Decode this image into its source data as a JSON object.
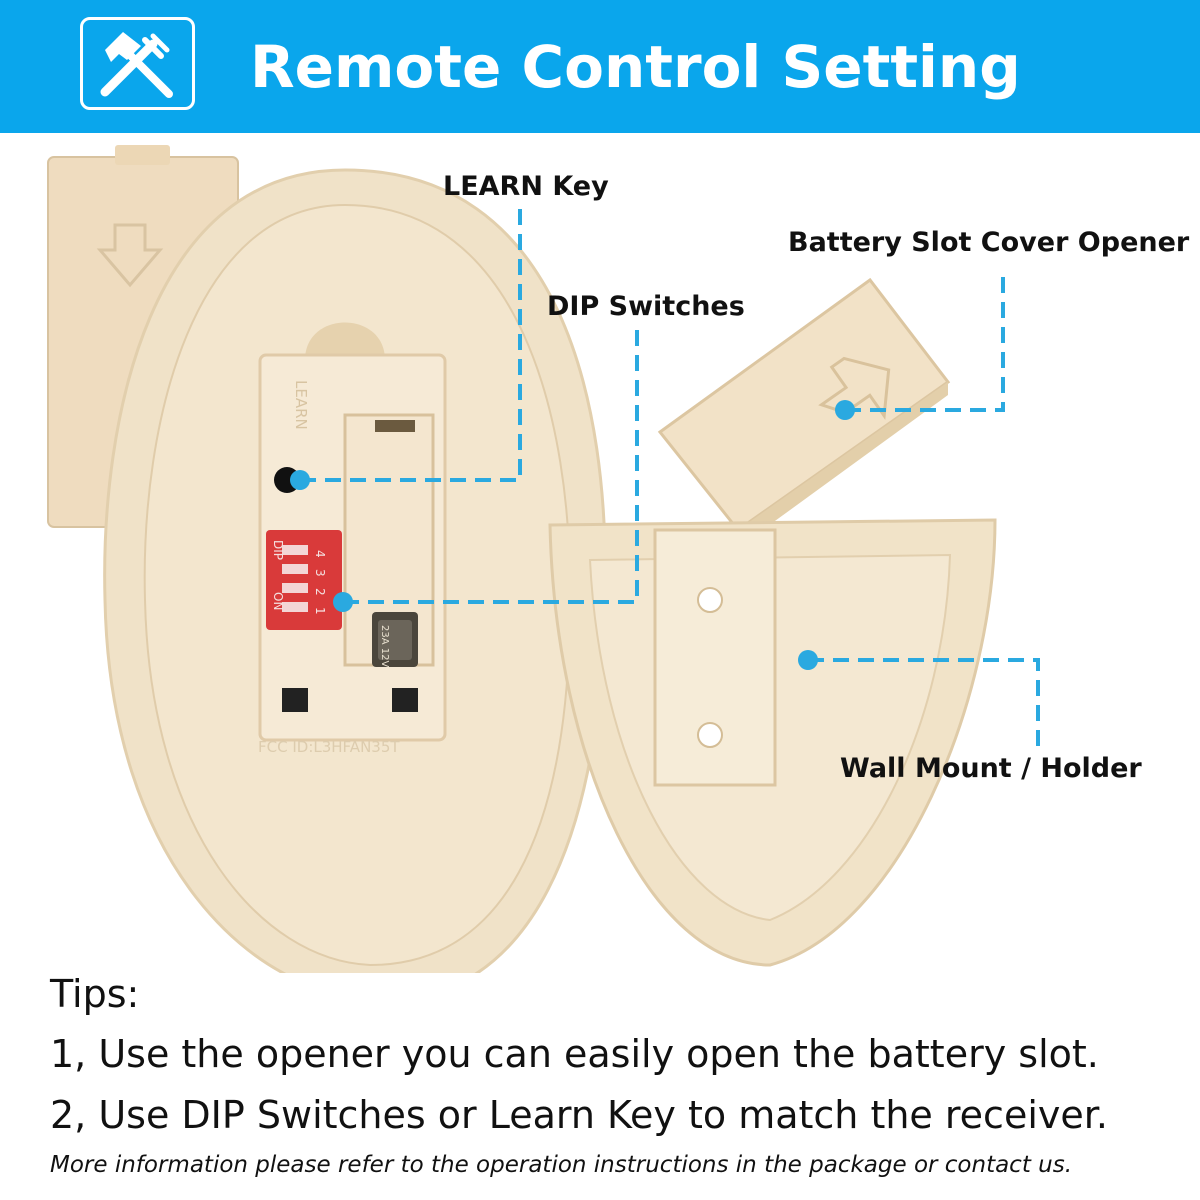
{
  "header": {
    "title": "Remote Control Setting",
    "icon": "tools-icon",
    "color": "#0aa6ec"
  },
  "callouts": {
    "learn_key": "LEARN Key",
    "dip_switches": "DIP Switches",
    "battery_cover": "Battery Slot Cover Opener",
    "wall_mount": "Wall Mount / Holder",
    "line_color": "#2aa9e0"
  },
  "remote": {
    "learn_label": "LEARN",
    "dip_label": "DIP",
    "on_label": "ON",
    "dip_numbers": [
      "1",
      "2",
      "3",
      "4"
    ],
    "fcc_text": "FCC ID:L3HFAN35T",
    "battery_text": "23A 12V"
  },
  "tips": {
    "title": "Tips:",
    "line1": "1, Use the opener you can easily open the battery slot.",
    "line2": "2, Use DIP Switches or Learn Key to match the receiver.",
    "note": "More information please refer to the operation instructions in the package or contact us."
  }
}
